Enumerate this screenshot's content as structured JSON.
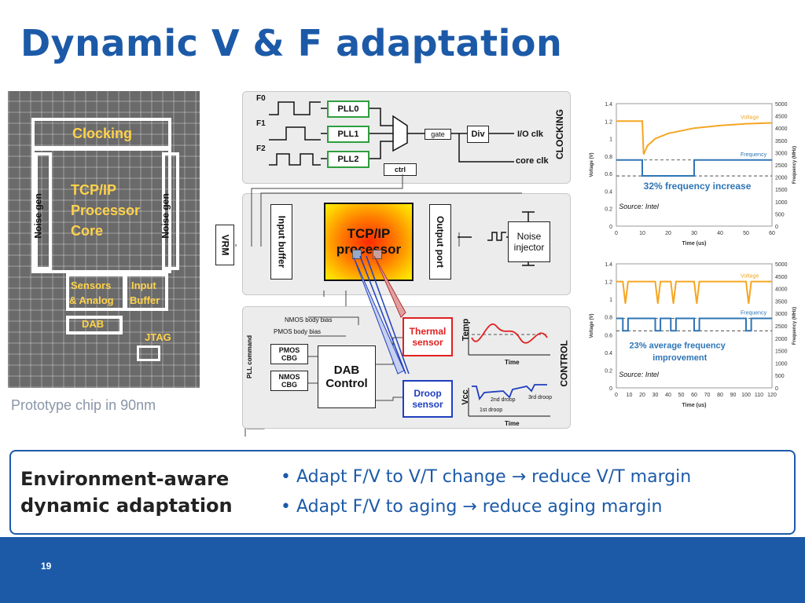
{
  "title": "Dynamic V & F adaptation",
  "chip": {
    "clocking": "Clocking",
    "core_line1": "TCP/IP",
    "core_line2": "Processor",
    "core_line3": "Core",
    "noise_left": "Noise gen",
    "noise_right": "Noise gen",
    "sensors_line1": "Sensors",
    "sensors_line2": "& Analog",
    "input_line1": "Input",
    "input_line2": "Buffer",
    "dab": "DAB",
    "jtag": "JTAG",
    "caption": "Prototype chip in 90nm"
  },
  "clocking_block": {
    "f0": "F0",
    "f1": "F1",
    "f2": "F2",
    "pll0": "PLL0",
    "pll1": "PLL1",
    "pll2": "PLL2",
    "gate": "gate",
    "div": "Div",
    "ioclk": "I/O clk",
    "coreclk": "core clk",
    "ctrl": "ctrl",
    "side_label": "CLOCKING"
  },
  "processor_block": {
    "vrm": "VRM",
    "input_buffer": "Input buffer",
    "core_line1": "TCP/IP",
    "core_line2": "processor",
    "output_port": "Output port",
    "noise_line1": "Noise",
    "noise_line2": "injector"
  },
  "control_block": {
    "nmos_bias": "NMOS body bias",
    "pmos_bias": "PMOS body bias",
    "pll_command": "PLL command",
    "pmos_cbg_1": "PMOS",
    "pmos_cbg_2": "CBG",
    "nmos_cbg_1": "NMOS",
    "nmos_cbg_2": "CBG",
    "dab_line1": "DAB",
    "dab_line2": "Control",
    "thermal_line1": "Thermal",
    "thermal_line2": "sensor",
    "droop_line1": "Droop",
    "droop_line2": "sensor",
    "temp": "Temp",
    "time1": "Time",
    "vcc": "Vcc",
    "time2": "Time",
    "droop1": "1st droop",
    "droop2": "2nd droop",
    "droop3": "3rd droop",
    "side_label": "CONTROL"
  },
  "chart_data": [
    {
      "type": "line",
      "xlabel": "Time (us)",
      "ylabel": "Voltage (V)",
      "y2label": "Frequency (MHz)",
      "xlim": [
        0,
        60
      ],
      "ylim": [
        0,
        1.4
      ],
      "y2lim": [
        0,
        5000
      ],
      "xticks": [
        "0",
        "10",
        "20",
        "30",
        "40",
        "50",
        "60"
      ],
      "yticks": [
        "0",
        "0.2",
        "0.4",
        "0.6",
        "0.8",
        "1",
        "1.2",
        "1.4"
      ],
      "y2ticks": [
        "0",
        "500",
        "1000",
        "1500",
        "2000",
        "2500",
        "3000",
        "3500",
        "4000",
        "4500",
        "5000"
      ],
      "series": [
        {
          "name": "Voltage",
          "color": "#f5a623",
          "x": [
            0,
            10,
            10.5,
            12,
            15,
            20,
            30,
            40,
            50,
            60
          ],
          "y": [
            1.2,
            1.2,
            0.82,
            0.92,
            1.0,
            1.06,
            1.12,
            1.15,
            1.17,
            1.18
          ]
        },
        {
          "name": "Frequency",
          "color": "#2e75b6",
          "x": [
            0,
            10,
            10,
            30,
            30,
            60
          ],
          "y": [
            2700,
            2700,
            2050,
            2050,
            2700,
            2700
          ]
        }
      ],
      "annotation": "32% frequency increase",
      "source": "Source: Intel"
    },
    {
      "type": "line",
      "xlabel": "Time (us)",
      "ylabel": "Voltage (V)",
      "y2label": "Frequency (MHz)",
      "xlim": [
        0,
        120
      ],
      "ylim": [
        0,
        1.4
      ],
      "y2lim": [
        0,
        5000
      ],
      "xticks": [
        "0",
        "10",
        "20",
        "30",
        "40",
        "50",
        "60",
        "70",
        "80",
        "90",
        "100",
        "110",
        "120"
      ],
      "yticks": [
        "0",
        "0.2",
        "0.4",
        "0.6",
        "0.8",
        "1",
        "1.2",
        "1.4"
      ],
      "y2ticks": [
        "0",
        "500",
        "1000",
        "1500",
        "2000",
        "2500",
        "3000",
        "3500",
        "4000",
        "4500",
        "5000"
      ],
      "series": [
        {
          "name": "Voltage",
          "color": "#f5a623",
          "x": [
            0,
            5,
            7,
            9,
            30,
            32,
            34,
            42,
            44,
            46,
            60,
            62,
            64,
            100,
            102,
            104,
            120
          ],
          "y": [
            1.2,
            1.2,
            0.95,
            1.2,
            1.2,
            0.95,
            1.2,
            1.2,
            0.95,
            1.2,
            1.2,
            0.95,
            1.2,
            1.2,
            0.95,
            1.2,
            1.2
          ]
        },
        {
          "name": "Frequency",
          "color": "#2e75b6",
          "x": [
            0,
            5,
            5,
            9,
            9,
            30,
            30,
            34,
            34,
            42,
            42,
            46,
            46,
            60,
            60,
            64,
            64,
            100,
            100,
            104,
            104,
            120
          ],
          "y": [
            2800,
            2800,
            2300,
            2300,
            2800,
            2800,
            2300,
            2300,
            2800,
            2800,
            2300,
            2300,
            2800,
            2800,
            2300,
            2300,
            2800,
            2800,
            2300,
            2300,
            2800,
            2800
          ]
        }
      ],
      "annotation_line1": "23% average frequency",
      "annotation_line2": "improvement",
      "source": "Source: Intel"
    }
  ],
  "bottom": {
    "heading_line1": "Environment-aware",
    "heading_line2": "dynamic adaptation",
    "bullet1": "• Adapt F/V to V/T change → reduce V/T margin",
    "bullet2": "• Adapt F/V to aging → reduce aging margin"
  },
  "page_number": "19",
  "colors": {
    "brand_blue": "#1c5aa8",
    "voltage": "#f5a623",
    "frequency": "#2e75b6",
    "thermal_red": "#e02020",
    "droop_blue": "#1f3fbf"
  }
}
